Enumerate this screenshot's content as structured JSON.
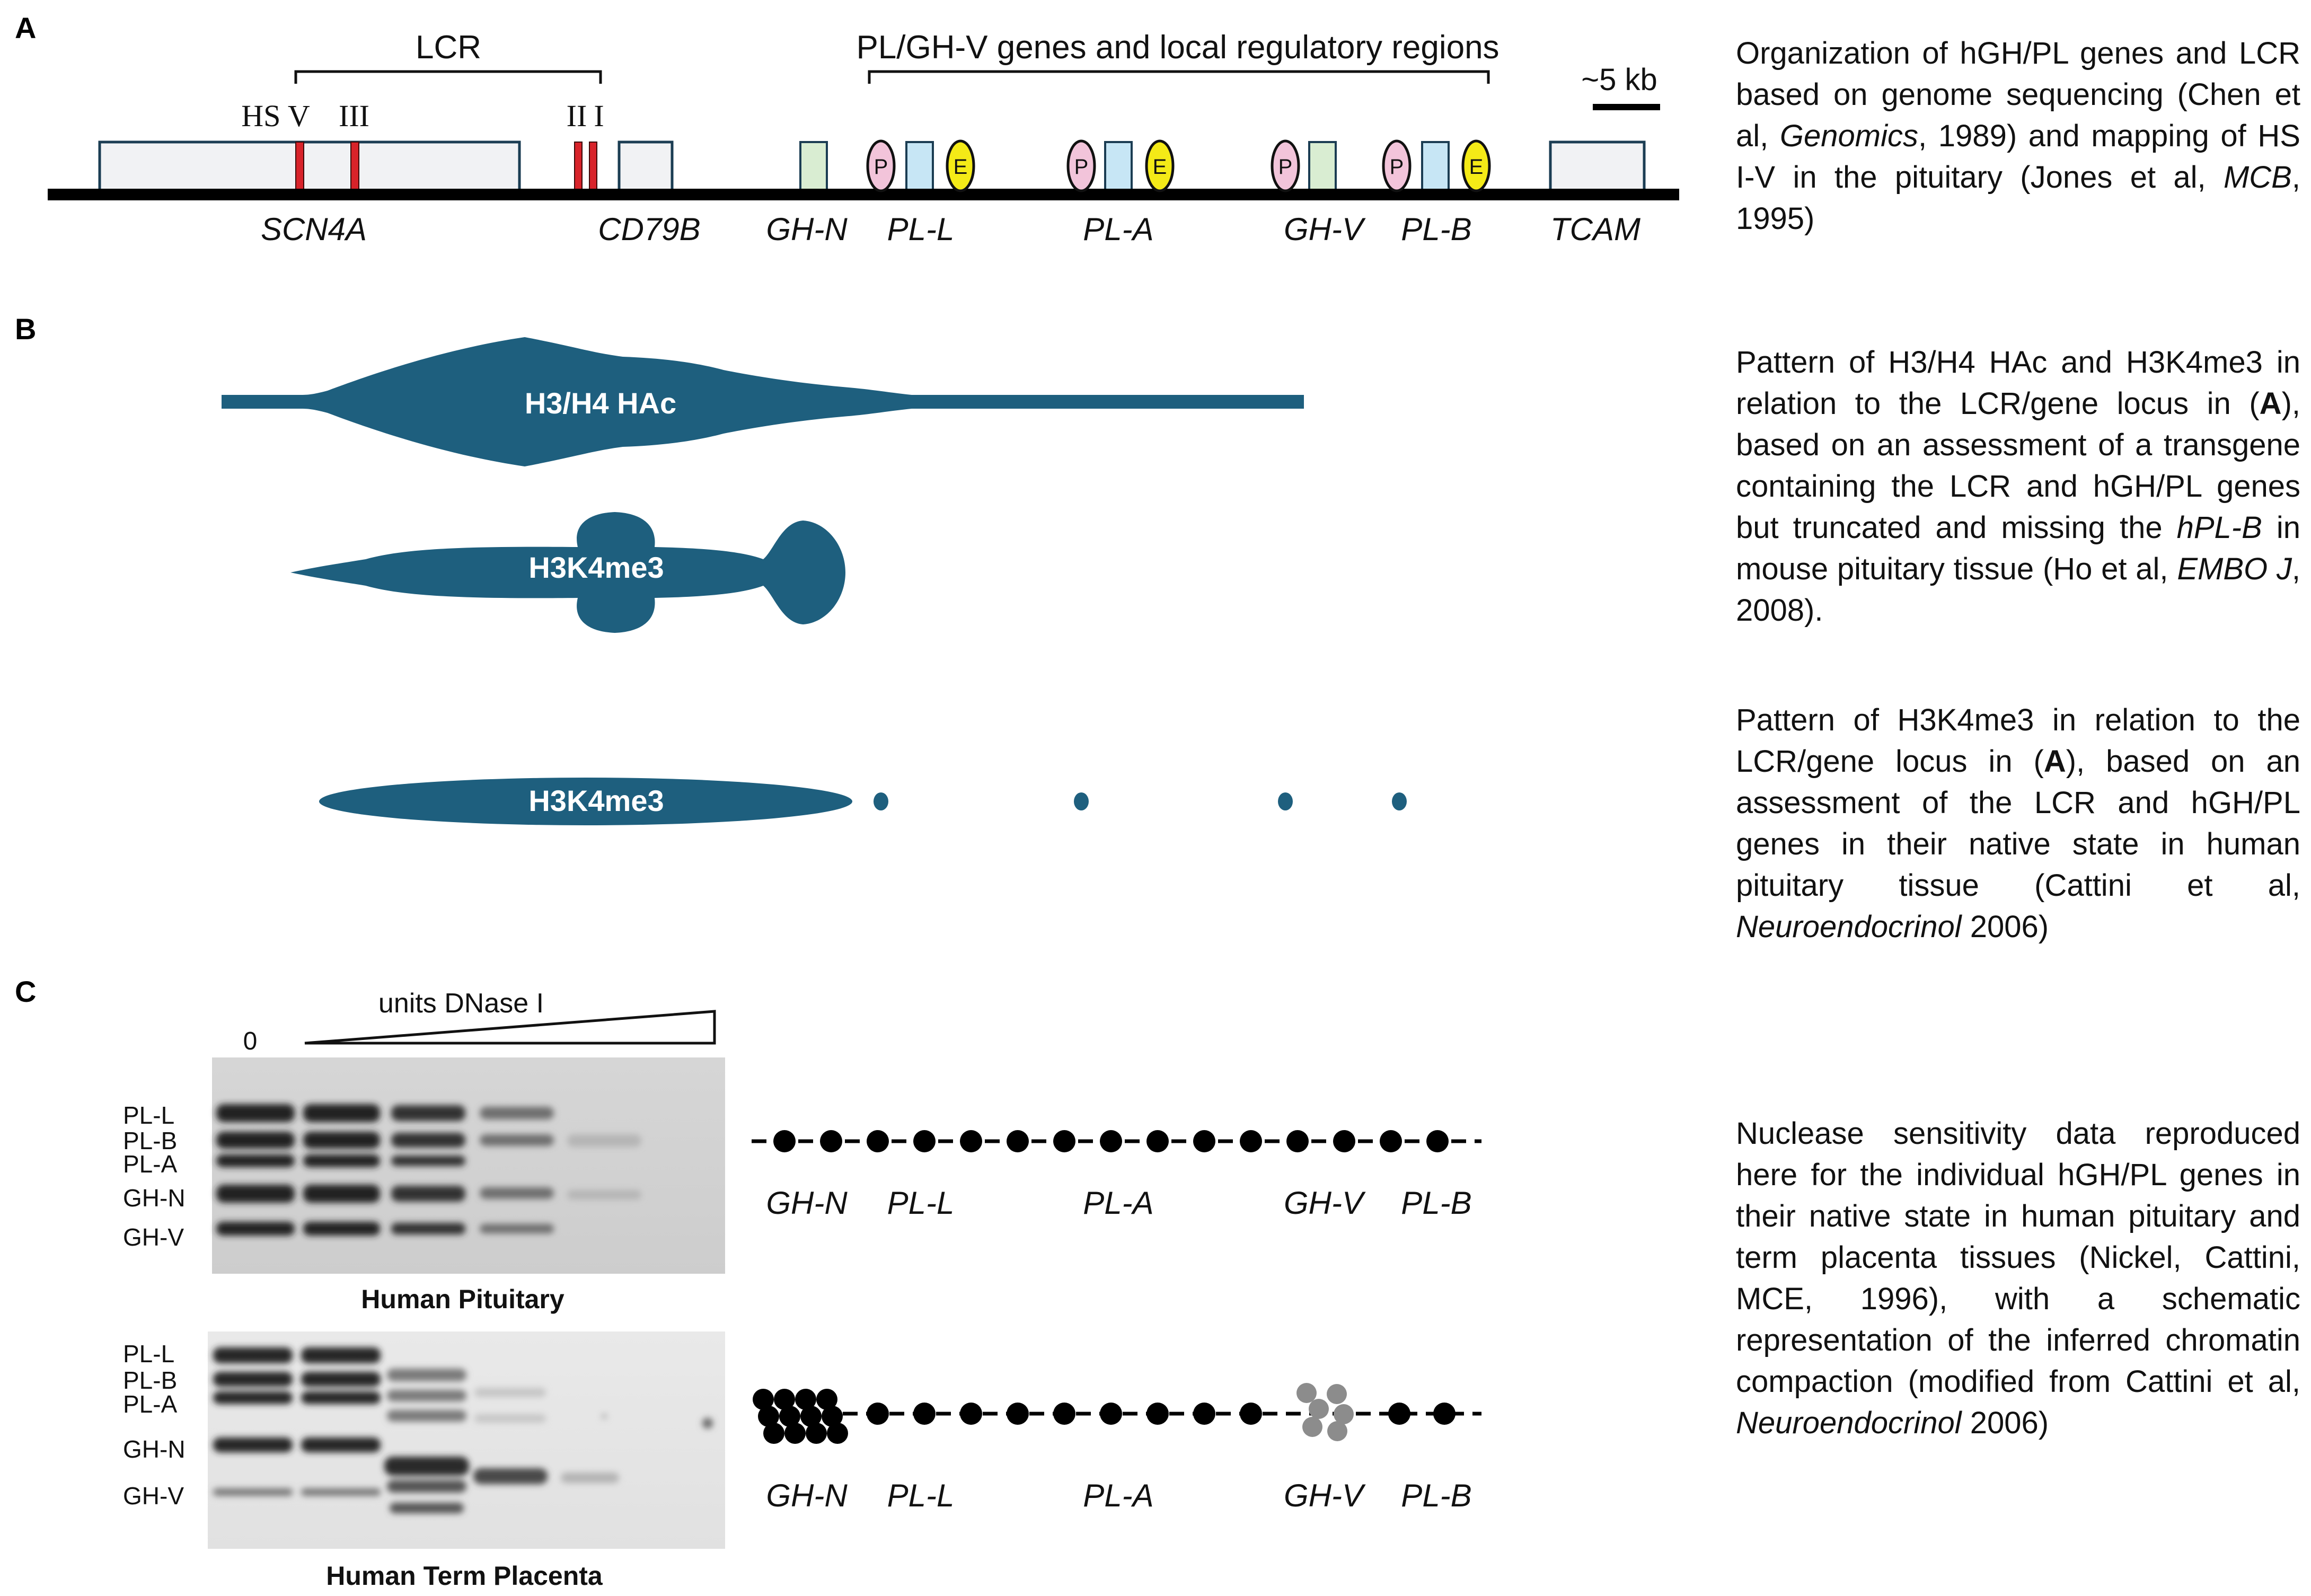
{
  "panels": {
    "a": "A",
    "b": "B",
    "c": "C"
  },
  "panel_a": {
    "lcr_label": "LCR",
    "pl_region_label": "PL/GH-V genes and local regulatory regions",
    "scale_label": "~5 kb",
    "hs_labels": {
      "hs_v": "HS V",
      "hs_iii": "III",
      "hs_ii": "II",
      "hs_i": "I"
    },
    "promoter_letter": "P",
    "enhancer_letter": "E",
    "genes": [
      "SCN4A",
      "CD79B",
      "GH-N",
      "PL-L",
      "PL-A",
      "GH-V",
      "PL-B",
      "TCAM"
    ]
  },
  "panel_b": {
    "profile1_label": "H3/H4 HAc",
    "profile2_label": "H3K4me3",
    "profile3_label": "H3K4me3"
  },
  "panel_c": {
    "dnase_label": "units DNase I",
    "zero_label": "0",
    "pituitary_bands": [
      "PL-L",
      "PL-B",
      "PL-A",
      "GH-N",
      "GH-V"
    ],
    "placenta_bands": [
      "PL-L",
      "PL-B",
      "PL-A",
      "GH-N",
      "GH-V"
    ],
    "pituitary_caption": "Human Pituitary",
    "placenta_caption": "Human Term Placenta",
    "schematic_genes_1": [
      "GH-N",
      "PL-L",
      "PL-A",
      "GH-V",
      "PL-B"
    ],
    "schematic_genes_2": [
      "GH-N",
      "PL-L",
      "PL-A",
      "GH-V",
      "PL-B"
    ]
  },
  "descriptions": {
    "a": {
      "p1": "Organization of hGH/PL genes and LCR based on genome sequencing (Chen et al, ",
      "i1": "Genomics",
      "p2": ", 1989) and mapping of HS I-V in the pituitary (Jones et al, ",
      "i2": "MCB",
      "p3": ", 1995)"
    },
    "b1": {
      "p1": "Pattern of H3/H4 HAc and H3K4me3 in relation to the LCR/gene locus in (",
      "b1": "A",
      "p2": "), based on an assessment of a transgene containing the LCR and hGH/PL genes but truncated and missing the ",
      "i1": "hPL-B",
      "p3": " in mouse pituitary tissue (Ho et al, ",
      "i2": "EMBO J",
      "p4": ", 2008)."
    },
    "b2": {
      "p1": "Pattern of H3K4me3 in relation to the LCR/gene locus in (",
      "b1": "A",
      "p2": "), based on an assessment of the LCR and hGH/PL genes in their native state in human pituitary tissue (Cattini et al, ",
      "i1": "Neuroendocrinol",
      "p3": " 2006)"
    },
    "c": {
      "p1": "Nuclease sensitivity data reproduced here for the individual hGH/PL genes in their native state in human pituitary and term placenta tissues (Nickel, Cattini, MCE, 1996), with a schematic representation of the inferred chromatin compaction (modified from Cattini et al, ",
      "i1": "Neuroendocrinol",
      "p2": " 2006)"
    }
  },
  "colors": {
    "histone_profile": "#1e5f7e",
    "hs_site": "#d8232a",
    "box_fill": "#f1f2f4",
    "gh_fill": "#d9edd2",
    "pl_fill": "#c7e6f5",
    "promoter_fill": "#f2c4da",
    "enhancer_fill": "#f4ea17",
    "compact_gray": "#8c8c8c"
  }
}
